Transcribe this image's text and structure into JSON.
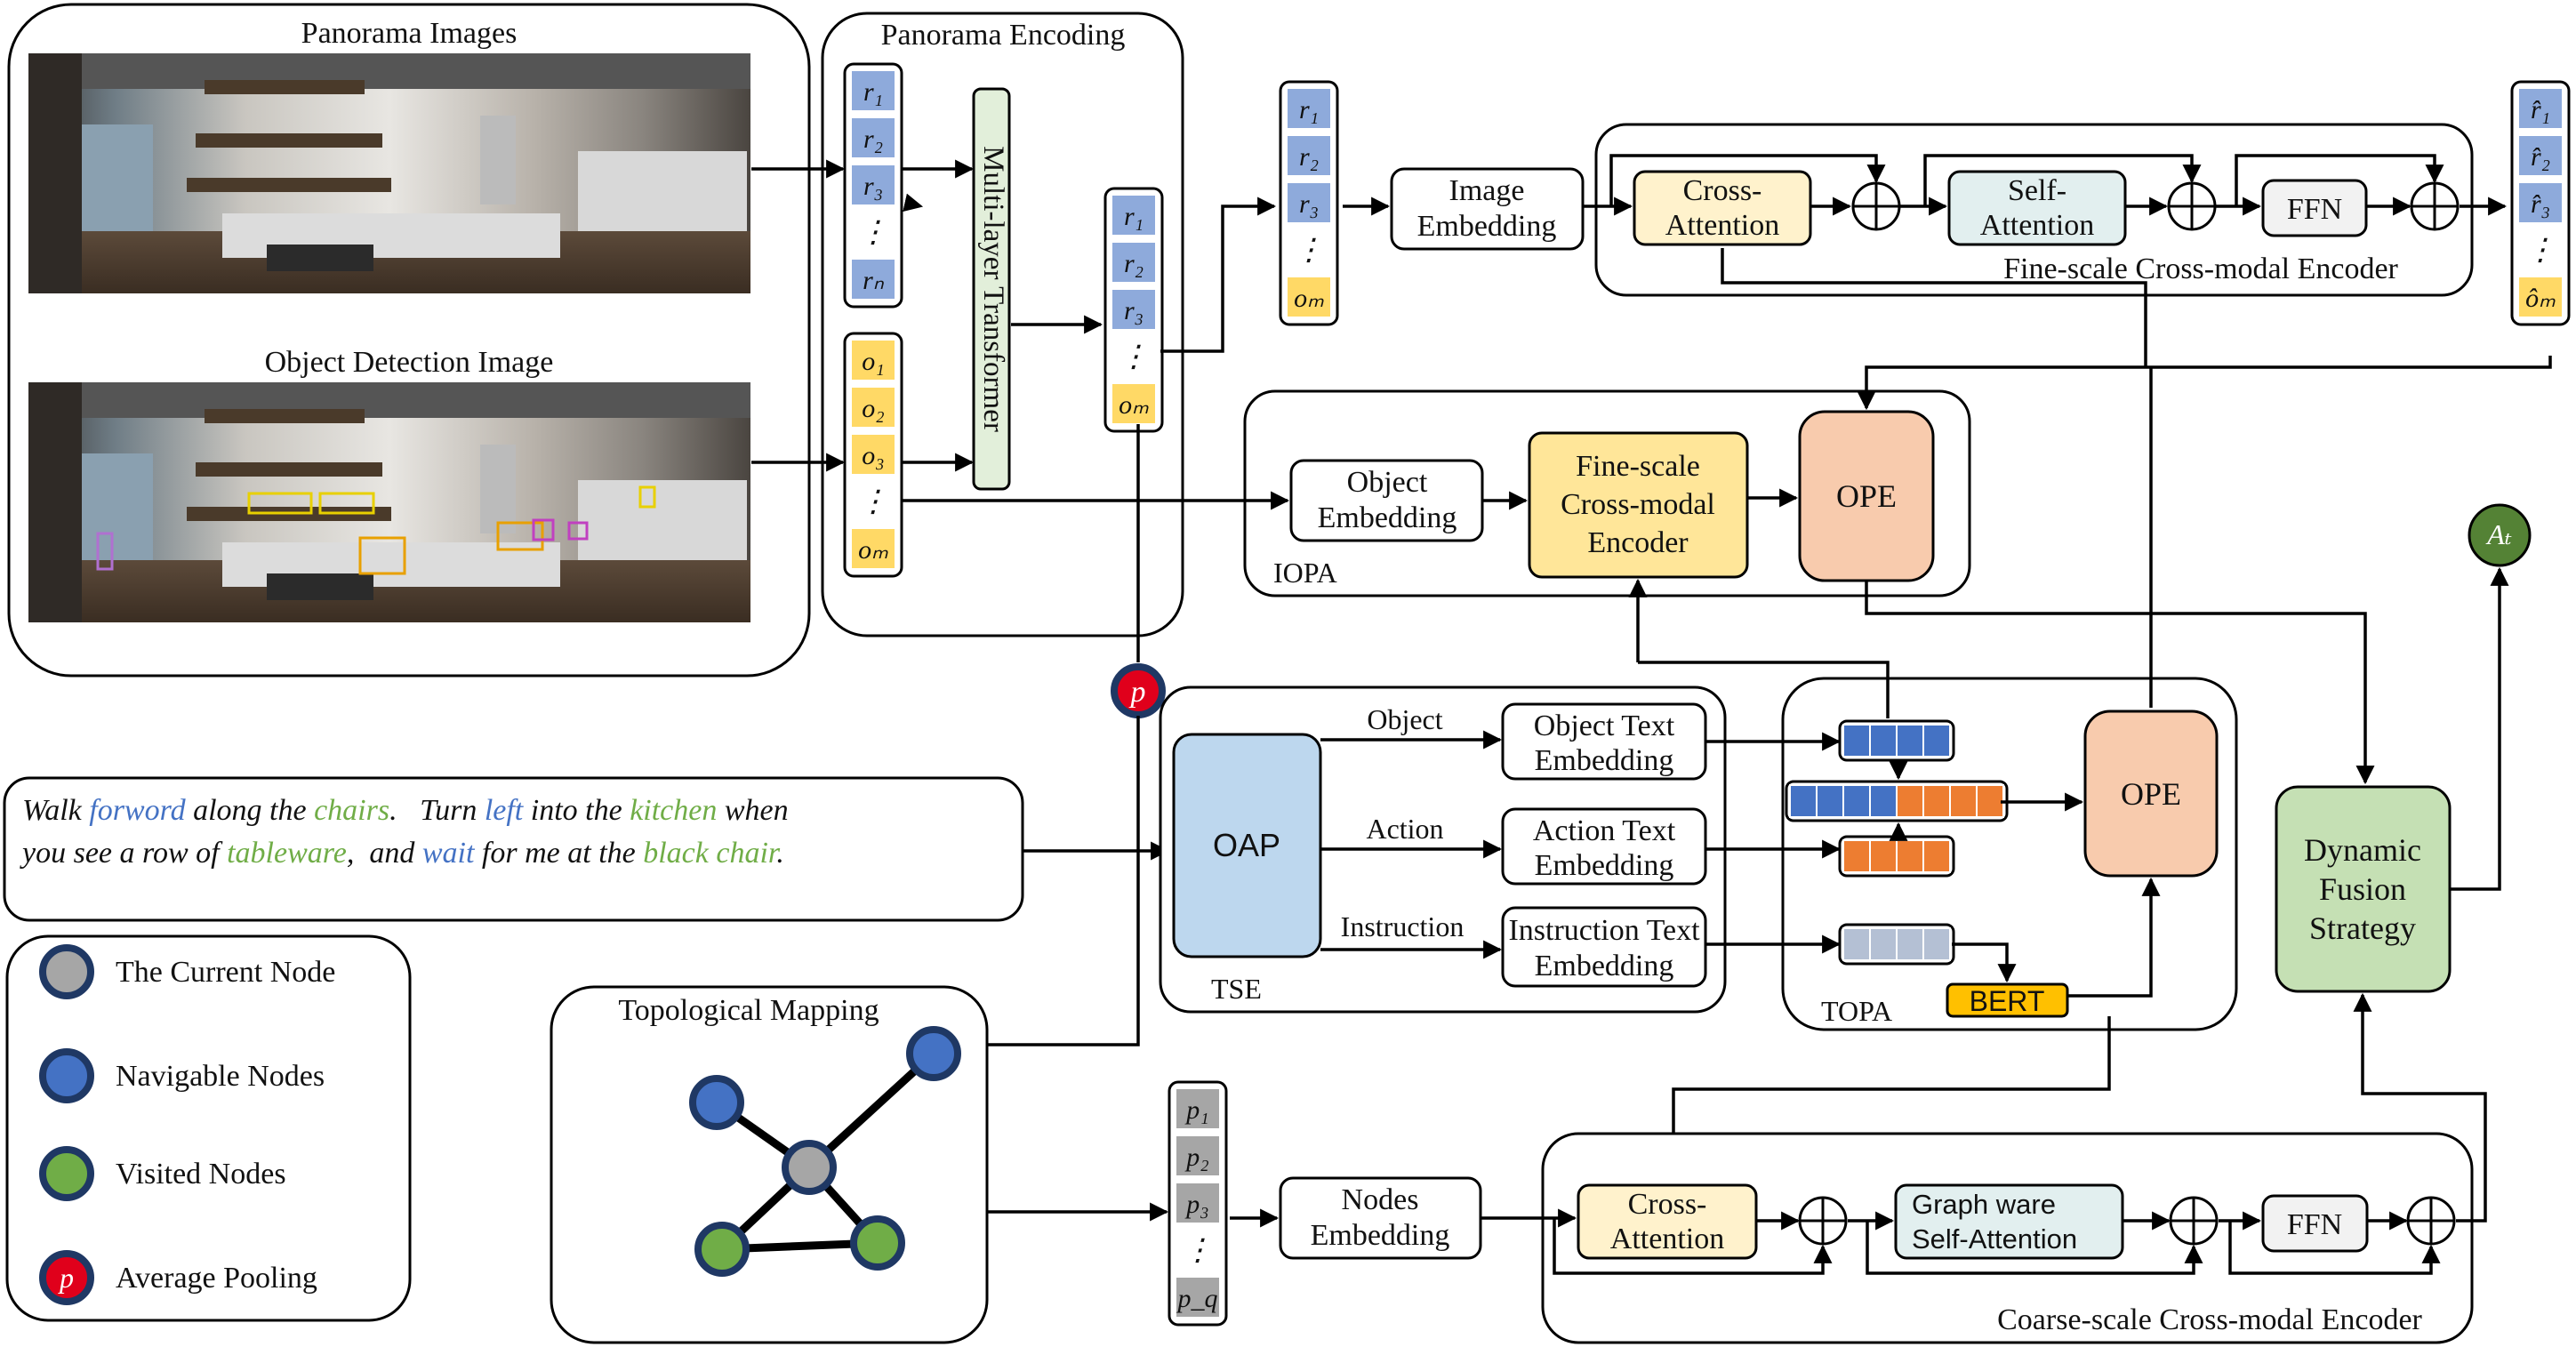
{
  "panorama": {
    "panorama_images_title": "Panorama Images",
    "object_detection_title": "Object Detection Image",
    "encoding_title": "Panorama Encoding",
    "transformer_label": "Multi-layer Transformer",
    "r_tokens": [
      "r₁",
      "r₂",
      "r₃",
      "⋮",
      "rₙ"
    ],
    "o_tokens": [
      "o₁",
      "o₂",
      "o₃",
      "⋮",
      "oₘ"
    ],
    "mixed_tokens": [
      "r₁",
      "r₂",
      "r₃",
      "⋮",
      "oₘ"
    ]
  },
  "fine_scale": {
    "image_embedding_lines": [
      "Image",
      "Embedding"
    ],
    "cross_attention_lines": [
      "Cross-",
      "Attention"
    ],
    "self_attention_lines": [
      "Self-",
      "Attention"
    ],
    "ffn": "FFN",
    "title": "Fine-scale Cross-modal Encoder",
    "output_tokens": [
      "r̂₁",
      "r̂₂",
      "r̂₃",
      "⋮",
      "ôₘ"
    ]
  },
  "iopa": {
    "label": "IOPA",
    "object_embedding_lines": [
      "Object",
      "Embedding"
    ],
    "encoder_lines": [
      "Fine-scale",
      "Cross-modal",
      "Encoder"
    ],
    "ope": "OPE"
  },
  "output_node": {
    "label": "Aₜ"
  },
  "pooling_symbol": "p",
  "instruction": {
    "line1": [
      {
        "text": "Walk ",
        "color": "#111111"
      },
      {
        "text": "forword",
        "color": "#4472c4"
      },
      {
        "text": " along the ",
        "color": "#111111"
      },
      {
        "text": "chairs",
        "color": "#70ad47"
      },
      {
        "text": ".   Turn ",
        "color": "#111111"
      },
      {
        "text": "left",
        "color": "#4472c4"
      },
      {
        "text": " into the ",
        "color": "#111111"
      },
      {
        "text": "kitchen",
        "color": "#70ad47"
      },
      {
        "text": " when",
        "color": "#111111"
      }
    ],
    "line2": [
      {
        "text": "you see a row of ",
        "color": "#111111"
      },
      {
        "text": "tableware",
        "color": "#70ad47"
      },
      {
        "text": ",  and ",
        "color": "#111111"
      },
      {
        "text": "wait",
        "color": "#4472c4"
      },
      {
        "text": " for me at the ",
        "color": "#111111"
      },
      {
        "text": "black chair",
        "color": "#70ad47"
      },
      {
        "text": ".",
        "color": "#111111"
      }
    ]
  },
  "tse": {
    "label": "TSE",
    "oap": "OAP",
    "branch_labels": [
      "Object",
      "Action",
      "Instruction"
    ],
    "object_text_lines": [
      "Object Text",
      "Embedding"
    ],
    "action_text_lines": [
      "Action Text",
      "Embedding"
    ],
    "instruction_text_lines": [
      "Instruction Text",
      "Embedding"
    ]
  },
  "topa": {
    "label": "TOPA",
    "bert": "BERT",
    "ope": "OPE"
  },
  "fusion": {
    "lines": [
      "Dynamic",
      "Fusion",
      "Strategy"
    ]
  },
  "legend": {
    "items": [
      {
        "label": "The Current Node",
        "color": "#a6a6a6"
      },
      {
        "label": "Navigable Nodes",
        "color": "#4472c4"
      },
      {
        "label": "Visited Nodes",
        "color": "#70ad47"
      },
      {
        "label": "Average Pooling",
        "color": "#e0001b",
        "symbol": "p"
      }
    ]
  },
  "topological": {
    "title": "Topological Mapping"
  },
  "coarse_scale": {
    "p_tokens": [
      "p₁",
      "p₂",
      "p₃",
      "⋮",
      "p_q"
    ],
    "nodes_embedding_lines": [
      "Nodes",
      "Embedding"
    ],
    "cross_attention_lines": [
      "Cross-",
      "Attention"
    ],
    "graph_attention_lines": [
      "Graph ware",
      "Self-Attention"
    ],
    "ffn": "FFN",
    "title": "Coarse-scale Cross-modal Encoder"
  },
  "colors": {
    "token_blue": "#8eaadb",
    "token_yellow": "#ffd966",
    "token_gray": "#a6a6a6",
    "cross_attention": "#fff2cc",
    "self_attention": "#e2efef",
    "encoder_yellow": "#ffe699",
    "ope_orange": "#f8cbad",
    "oap_blue": "#bdd7ee",
    "fusion_green": "#c5e0b4",
    "bert_gold": "#ffc000",
    "output_green": "#548235",
    "text_bar_blue": "#4472c4",
    "text_bar_orange": "#ed7d31",
    "text_bar_gray": "#b4c0d4"
  }
}
